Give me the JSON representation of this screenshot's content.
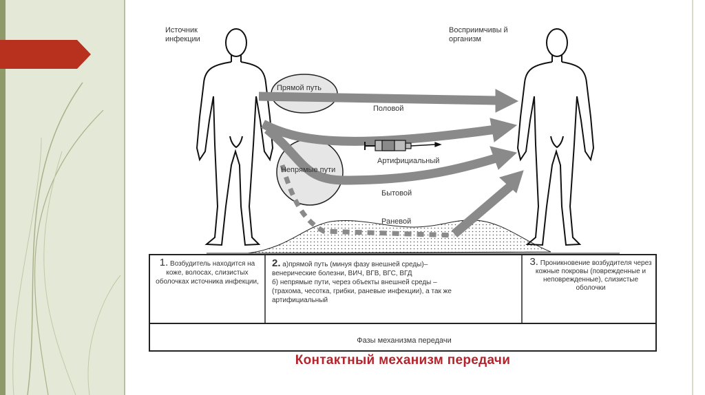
{
  "labels": {
    "source": "Источник инфекции",
    "recipient": "Восприимчивы й организм",
    "direct_route": "Прямой путь",
    "indirect_routes": "Непрямые пути",
    "sexual": "Половой",
    "artificial": "Артифициальный",
    "household": "Бытовой",
    "wound": "Раневой"
  },
  "table": {
    "col1_num": "1.",
    "col1_text": "Возбудитель находится на коже, волосах, слизистых оболочках источника инфекции,",
    "col2_num": "2.",
    "col2_line1": "а)прямой путь (минуя фазу внешней среды)–",
    "col2_line2": "венерические болезни, ВИЧ, ВГВ, ВГС, ВГД",
    "col2_line3": "б) непрямые пути, через объекты внешней среды –",
    "col2_line4": "(трахома, чесотка, грибки, раневые инфекции), а так же",
    "col2_line5": "артифициальный",
    "col3_num": "3.",
    "col3_text": "Проникновение возбудителя через кожные покровы (поврежденные и неповрежденные), слизистые оболочки",
    "phases": "Фазы механизма передачи"
  },
  "caption": "Контактный механизм передачи",
  "colors": {
    "caption": "#b3232b",
    "arrow": "#8a8a8a",
    "panel": "#e4e8d6",
    "tab": "#b8301e"
  }
}
